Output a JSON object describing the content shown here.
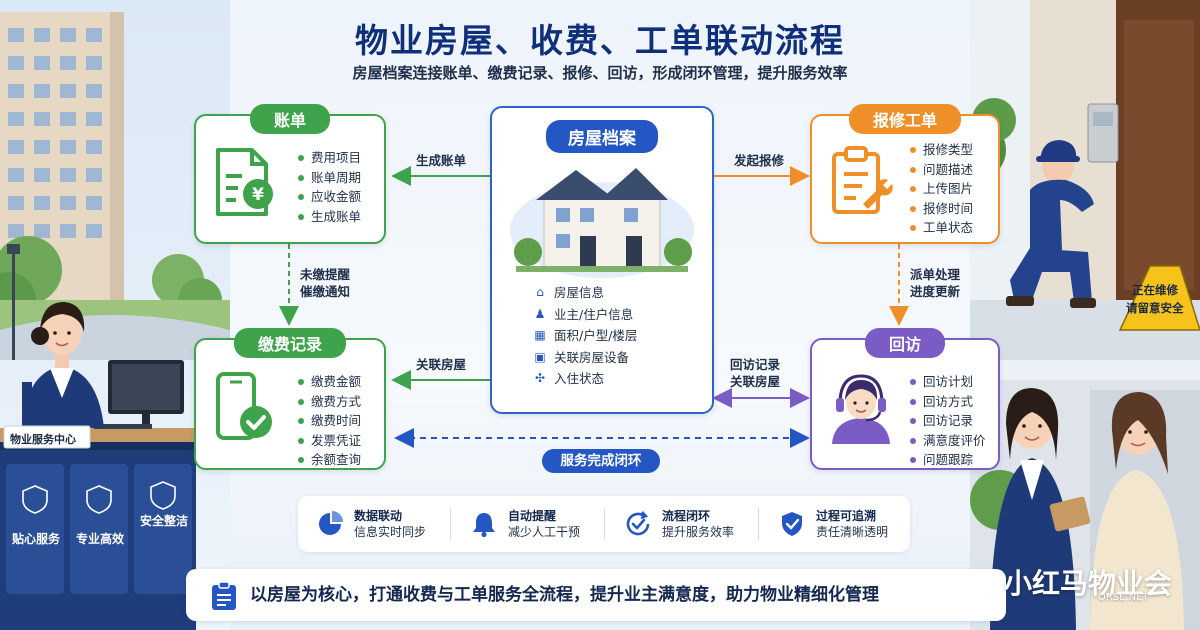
{
  "title": "物业房屋、收费、工单联动流程",
  "subtitle": "房屋档案连接账单、缴费记录、报修、回访，形成闭环管理，提升服务效率",
  "nodes": {
    "bill": {
      "label": "账单",
      "items": [
        "费用项目",
        "账单周期",
        "应收金额",
        "生成账单"
      ]
    },
    "payment": {
      "label": "缴费记录",
      "items": [
        "缴费金额",
        "缴费方式",
        "缴费时间",
        "发票凭证",
        "余额查询"
      ]
    },
    "house": {
      "label": "房屋档案",
      "items": [
        "房屋信息",
        "业主/住户信息",
        "面积/户型/楼层",
        "关联房屋设备",
        "入住状态"
      ]
    },
    "repair": {
      "label": "报修工单",
      "items": [
        "报修类型",
        "问题描述",
        "上传图片",
        "报修时间",
        "工单状态"
      ]
    },
    "visit": {
      "label": "回访",
      "items": [
        "回访计划",
        "回访方式",
        "回访记录",
        "满意度评价",
        "问题跟踪"
      ]
    }
  },
  "edges": {
    "house_to_bill": "生成账单",
    "bill_to_payment": [
      "未缴提醒",
      "催缴通知"
    ],
    "payment_house": "关联房屋",
    "house_to_repair": "发起报修",
    "repair_to_visit": [
      "派单处理",
      "进度更新"
    ],
    "visit_house": [
      "回访记录",
      "关联房屋"
    ],
    "loop": "服务完成闭环"
  },
  "features": [
    {
      "icon": "pie-chart-icon",
      "title": "数据联动",
      "desc": "信息实时同步"
    },
    {
      "icon": "bell-icon",
      "title": "自动提醒",
      "desc": "减少人工干预"
    },
    {
      "icon": "check-cycle-icon",
      "title": "流程闭环",
      "desc": "提升服务效率"
    },
    {
      "icon": "shield-check-icon",
      "title": "过程可追溯",
      "desc": "责任清晰透明"
    }
  ],
  "banner": "以房屋为核心，打通收费与工单服务全流程，提升业主满意度，助力物业精细化管理",
  "scene": {
    "desk_sign": "物业服务中心",
    "desk_panels": [
      "贴心服务",
      "专业高效",
      "安全整洁"
    ],
    "warning_sign": [
      "正在维修",
      "请留意安全"
    ]
  },
  "watermark": {
    "brand": "小红马物业会",
    "url": "ORSE.NET"
  },
  "colors": {
    "green": "#3ea34a",
    "orange": "#ef8f2a",
    "purple": "#7b5cc4",
    "blue": "#2457c4",
    "title": "#0f2f7a"
  }
}
